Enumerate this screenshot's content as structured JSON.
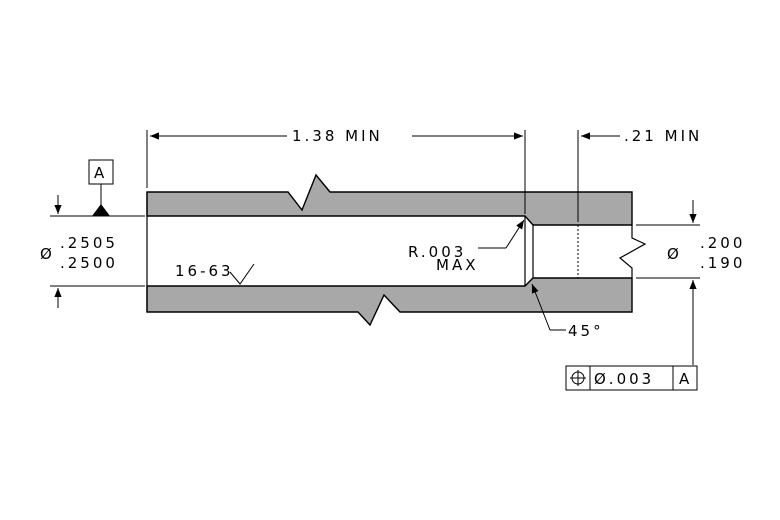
{
  "drawing": {
    "overall_length": "1.38 MIN",
    "counterbore_length": ".21 MIN",
    "datum": "A",
    "bore_dia_prefix": "Ø",
    "bore_dia_upper": ".2505",
    "bore_dia_lower": ".2500",
    "finish": "16-63",
    "radius_line1": "R.003",
    "radius_line2": "MAX",
    "chamfer_angle": "45°",
    "pin_dia_prefix": "Ø",
    "pin_dia_upper": ".200",
    "pin_dia_lower": ".190",
    "fcf": {
      "symbol": "position-symbol",
      "tolerance": "Ø.003",
      "datum_ref": "A"
    }
  },
  "colors": {
    "section_fill": "#a8a8a8",
    "line": "#000000",
    "background": "#ffffff"
  }
}
